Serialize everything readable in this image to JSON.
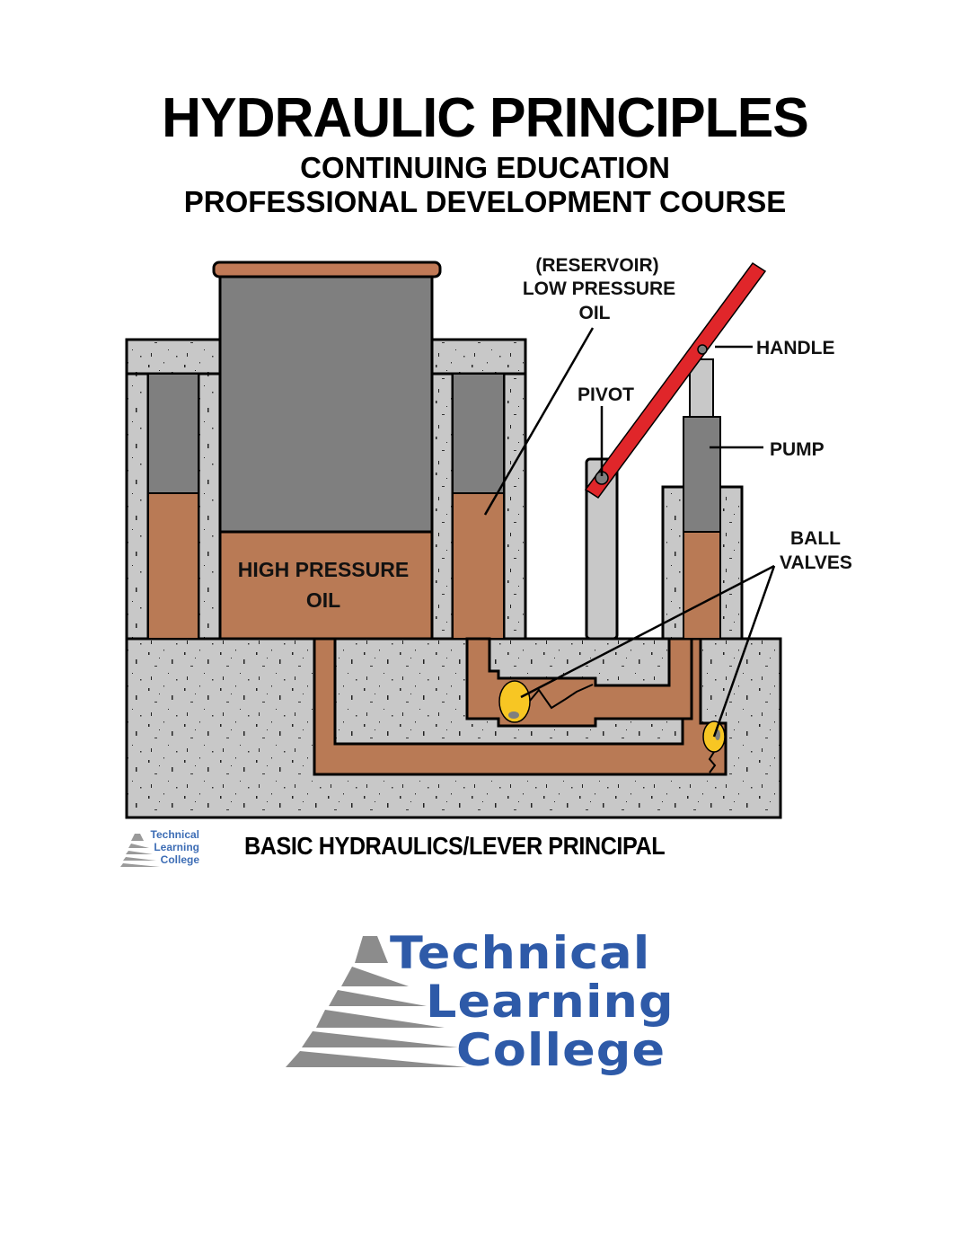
{
  "header": {
    "title": "HYDRAULIC PRINCIPLES",
    "subtitle_1": "CONTINUING EDUCATION",
    "subtitle_2": "PROFESSIONAL DEVELOPMENT COURSE"
  },
  "diagram": {
    "labels": {
      "reservoir_1": "(RESERVOIR)",
      "reservoir_2": "LOW PRESSURE",
      "reservoir_3": "OIL",
      "handle": "HANDLE",
      "pivot": "PIVOT",
      "pump": "PUMP",
      "ball_valves_1": "BALL",
      "ball_valves_2": "VALVES",
      "high_pressure_1": "HIGH PRESSURE",
      "high_pressure_2": "OIL"
    },
    "caption": "BASIC HYDRAULICS/LEVER PRINCIPAL",
    "colors": {
      "oil": "#b97a55",
      "concrete": "#c8c8c8",
      "ram": "#7f7f7f",
      "handle": "#e0262a",
      "ball": "#f7c623",
      "cap": "#c17a57"
    }
  },
  "small_logo": {
    "line1": "Technical",
    "line2": "Learning",
    "line3": "College"
  },
  "logo": {
    "line1": "Technical",
    "line2": "Learning",
    "line3": "College",
    "text_color": "#2e5aa8",
    "triangle_color": "#8c8c8c"
  }
}
